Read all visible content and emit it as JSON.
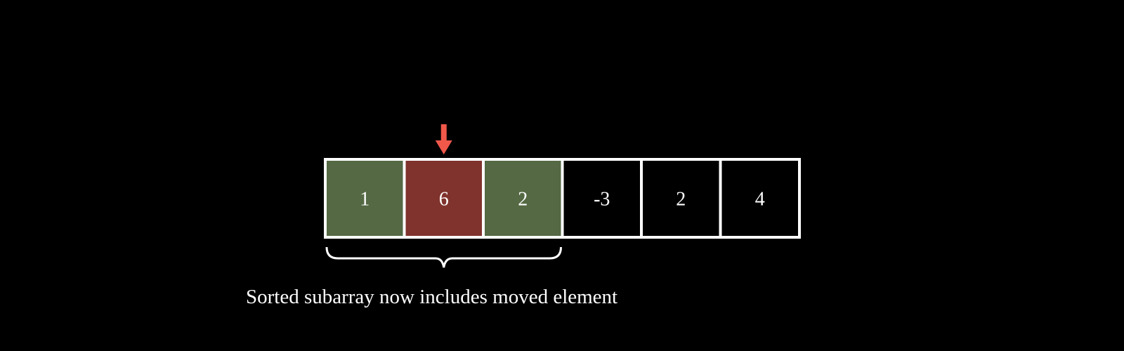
{
  "array": {
    "cells": [
      {
        "value": "1",
        "state": "sorted"
      },
      {
        "value": "6",
        "state": "current"
      },
      {
        "value": "2",
        "state": "sorted"
      },
      {
        "value": "-3",
        "state": "unsorted"
      },
      {
        "value": "2",
        "state": "unsorted"
      },
      {
        "value": "4",
        "state": "unsorted"
      }
    ],
    "pointer_index": 1,
    "bracket_range": [
      0,
      2
    ]
  },
  "caption": "Sorted subarray now includes moved element",
  "colors": {
    "background": "#000000",
    "cell_border": "#ffffff",
    "sorted": "#546944",
    "current": "#80332d",
    "unsorted": "#000000",
    "arrow": "#f0584a",
    "text": "#ffffff"
  },
  "icons": {
    "pointer": "arrow-down-icon",
    "bracket": "curly-brace-icon"
  }
}
